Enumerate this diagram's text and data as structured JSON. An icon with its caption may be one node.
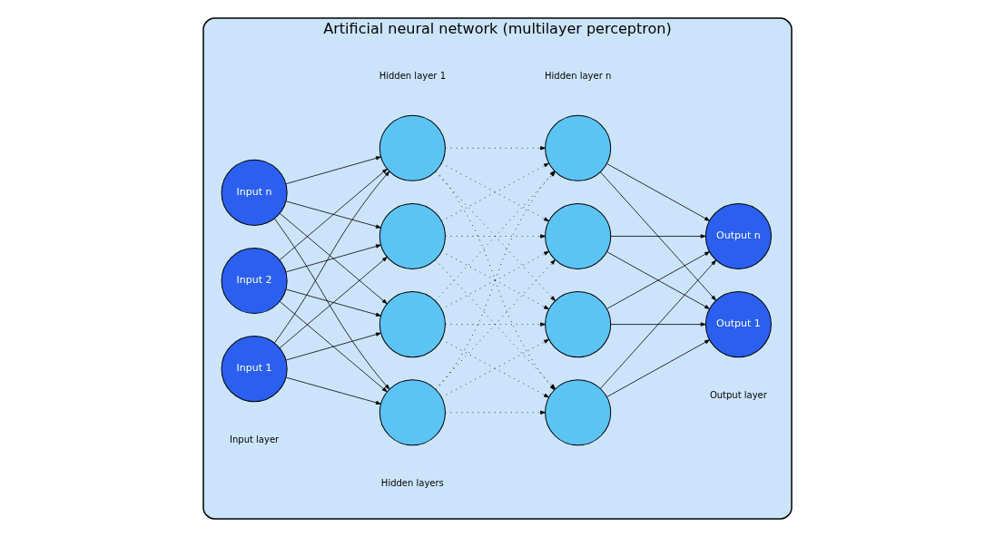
{
  "diagram": {
    "nodes": [
      {
        "text": [
          "Artificial neural network (multilayer perceptron)"
        ]
      },
      {
        "text": [
          "Input 1"
        ],
        "in": 0
      },
      {
        "text": [
          "Input 2"
        ],
        "in": 0
      },
      {
        "text": [
          "Input n"
        ],
        "in": 0
      },
      {
        "text": [],
        "shape": "circle",
        "in": 0
      },
      {
        "text": [],
        "shape": "circle",
        "in": 0
      },
      {
        "text": [],
        "shape": "circle",
        "in": 0
      },
      {
        "text": [],
        "shape": "circle",
        "in": 0
      },
      {
        "text": [],
        "shape": "circle",
        "in": 0
      },
      {
        "text": [],
        "shape": "circle",
        "in": 0
      },
      {
        "text": [],
        "shape": "circle",
        "in": 0
      },
      {
        "text": [],
        "shape": "circle",
        "in": 0
      },
      {
        "text": [
          "Output 1"
        ],
        "in": 0
      },
      {
        "text": [
          "Output n"
        ],
        "in": 0
      }
    ],
    "edges": [
      {
        "from": 1,
        "to": 4,
        "arrow": "to"
      },
      {
        "from": 1,
        "to": 5,
        "arrow": "to"
      },
      {
        "from": 1,
        "to": 6,
        "arrow": "to"
      },
      {
        "from": 1,
        "to": 7,
        "arrow": "to"
      },
      {
        "from": 2,
        "to": 4,
        "arrow": "to"
      },
      {
        "from": 2,
        "to": 5,
        "arrow": "to"
      },
      {
        "from": 2,
        "to": 6,
        "arrow": "to"
      },
      {
        "from": 2,
        "to": 7,
        "arrow": "to"
      },
      {
        "from": 3,
        "to": 4,
        "arrow": "to"
      },
      {
        "from": 3,
        "to": 5,
        "arrow": "to"
      },
      {
        "from": 3,
        "to": 6,
        "arrow": "to"
      },
      {
        "from": 3,
        "to": 7,
        "arrow": "to"
      },
      {
        "from": 4,
        "to": 8,
        "arrow": "to",
        "style": "dashed"
      },
      {
        "from": 4,
        "to": 9,
        "arrow": "to",
        "style": "dashed"
      },
      {
        "from": 4,
        "to": 10,
        "arrow": "to",
        "style": "dashed"
      },
      {
        "from": 4,
        "to": 11,
        "arrow": "to",
        "style": "dashed"
      },
      {
        "from": 5,
        "to": 8,
        "arrow": "to",
        "style": "dashed"
      },
      {
        "from": 5,
        "to": 9,
        "arrow": "to",
        "style": "dashed"
      },
      {
        "from": 5,
        "to": 10,
        "arrow": "to",
        "style": "dashed"
      },
      {
        "from": 5,
        "to": 11,
        "arrow": "to",
        "style": "dashed"
      },
      {
        "from": 6,
        "to": 8,
        "arrow": "to",
        "style": "dashed"
      },
      {
        "from": 6,
        "to": 9,
        "arrow": "to",
        "style": "dashed"
      },
      {
        "from": 6,
        "to": 10,
        "arrow": "to",
        "style": "dashed"
      },
      {
        "from": 6,
        "to": 11,
        "arrow": "to",
        "style": "dashed"
      },
      {
        "from": 7,
        "to": 8,
        "arrow": "to",
        "style": "dashed"
      },
      {
        "from": 7,
        "to": 9,
        "arrow": "to",
        "style": "dashed"
      },
      {
        "from": 7,
        "to": 10,
        "arrow": "to",
        "style": "dashed"
      },
      {
        "from": 7,
        "to": 11,
        "arrow": "to",
        "style": "dashed"
      },
      {
        "from": 8,
        "to": 12,
        "arrow": "to"
      },
      {
        "from": 8,
        "to": 13,
        "arrow": "to"
      },
      {
        "from": 9,
        "to": 12,
        "arrow": "to"
      },
      {
        "from": 9,
        "to": 13,
        "arrow": "to"
      },
      {
        "from": 10,
        "to": 12,
        "arrow": "to"
      },
      {
        "from": 10,
        "to": 13,
        "arrow": "to"
      },
      {
        "from": 11,
        "to": 12,
        "arrow": "to"
      },
      {
        "from": 11,
        "to": 13,
        "arrow": "to"
      }
    ],
    "labels": [
      "Input layer",
      "Hidden layers",
      "Output layer",
      "Hidden layer 1",
      "Hidden layer n"
    ]
  }
}
